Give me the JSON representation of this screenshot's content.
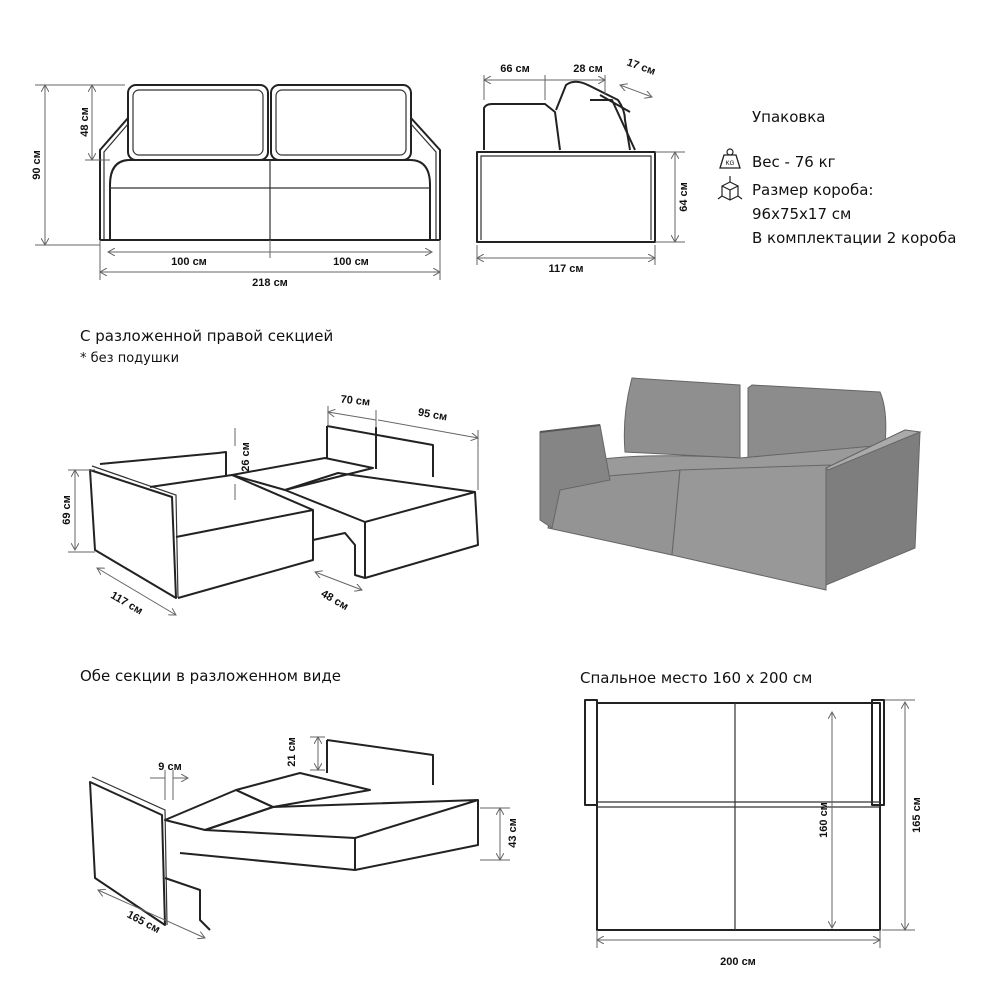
{
  "front_view": {
    "height_total": "90 см",
    "back_height": "48 см",
    "section_left": "100 см",
    "section_right": "100 см",
    "width_total": "218 см"
  },
  "side_view": {
    "arm_depth": "66 см",
    "back_depth": "28 см",
    "back_tilt": "17 см",
    "arm_height": "64 см",
    "depth_total": "117 см"
  },
  "packaging": {
    "title": "Упаковка",
    "weight": "Вес - 76 кг",
    "box_size_label": "Размер короба:",
    "box_size": "96x75x17 см",
    "boxes": "В комплектации 2 короба",
    "weight_icon_text": "KG"
  },
  "right_section": {
    "title": "С разложенной правой секцией",
    "note": "* без подушки",
    "seat_depth": "70 см",
    "extension": "95 см",
    "back_height": "26 см",
    "height": "69 см",
    "depth": "117 см",
    "leg_depth": "48 см"
  },
  "both_sections": {
    "title": "Обе секции в разложенном виде",
    "arm_width": "9 см",
    "back_height": "21 см",
    "seat_height": "43 см",
    "length": "165 см"
  },
  "sleeping_area": {
    "title": "Спальное место 160 х 200 см",
    "width": "160 см",
    "length_total": "165 см",
    "length": "200 см"
  }
}
